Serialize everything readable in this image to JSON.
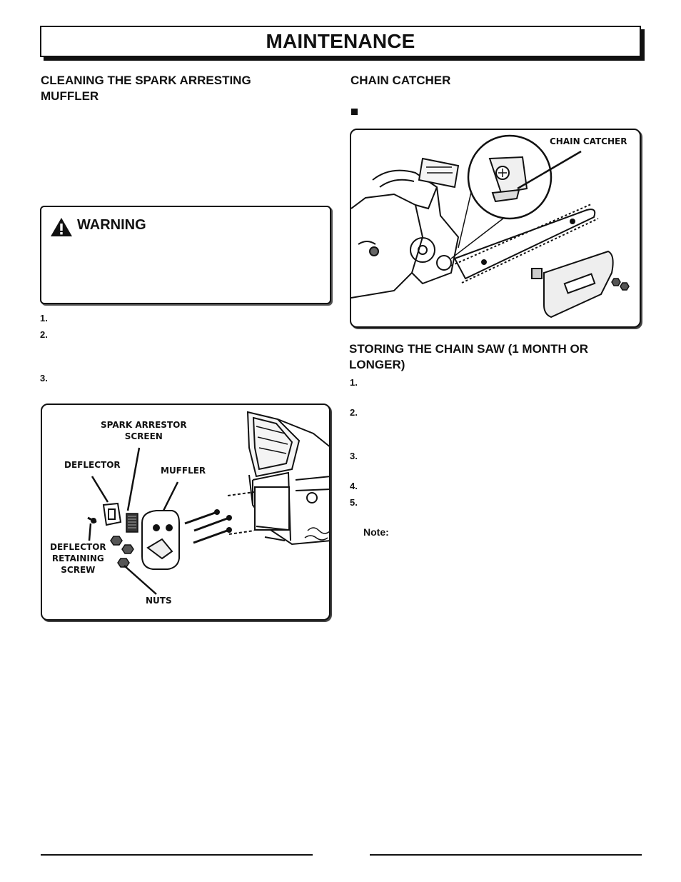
{
  "header": {
    "title": "MAINTENANCE"
  },
  "left": {
    "heading": "CLEANING THE SPARK ARRESTING MUFFLER",
    "heading_line1": "CLEANING THE SPARK ARRESTING",
    "heading_line2": "MUFFLER",
    "warning_label": "WARNING",
    "steps": [
      "1.",
      "2.",
      "3."
    ],
    "figure_callouts": {
      "screen_line1": "SPARK ARRESTOR",
      "screen_line2": "SCREEN",
      "deflector": "DEFLECTOR",
      "muffler": "MUFFLER",
      "retaining_line1": "DEFLECTOR",
      "retaining_line2": "RETAINING",
      "retaining_line3": "SCREW",
      "nuts": "NUTS"
    }
  },
  "right": {
    "chain_heading": "CHAIN CATCHER",
    "chain_callout": "CHAIN CATCHER",
    "storing_heading_line1": "STORING THE CHAIN SAW (1 MONTH OR",
    "storing_heading_line2": "LONGER)",
    "steps": [
      "1.",
      "2.",
      "3.",
      "4.",
      "5."
    ],
    "note_label": "Note:"
  }
}
